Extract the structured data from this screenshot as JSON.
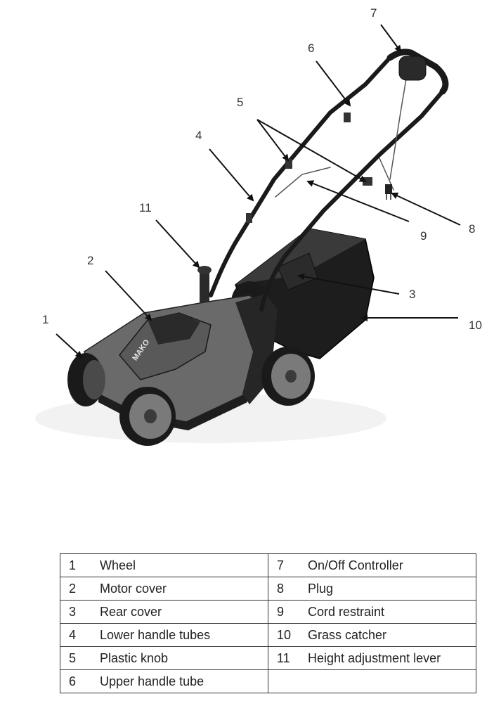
{
  "brand": "MAKO",
  "callouts": [
    "1",
    "2",
    "3",
    "4",
    "5",
    "6",
    "7",
    "8",
    "9",
    "10",
    "11"
  ],
  "parts": [
    {
      "number": "1",
      "label": "Wheel"
    },
    {
      "number": "2",
      "label": "Motor cover"
    },
    {
      "number": "3",
      "label": "Rear cover"
    },
    {
      "number": "4",
      "label": "Lower handle tubes"
    },
    {
      "number": "5",
      "label": "Plastic knob"
    },
    {
      "number": "6",
      "label": "Upper handle tube"
    },
    {
      "number": "7",
      "label": "On/Off Controller"
    },
    {
      "number": "8",
      "label": "Plug"
    },
    {
      "number": "9",
      "label": "Cord restraint"
    },
    {
      "number": "10",
      "label": "Grass catcher"
    },
    {
      "number": "11",
      "label": "Height adjustment lever"
    }
  ]
}
